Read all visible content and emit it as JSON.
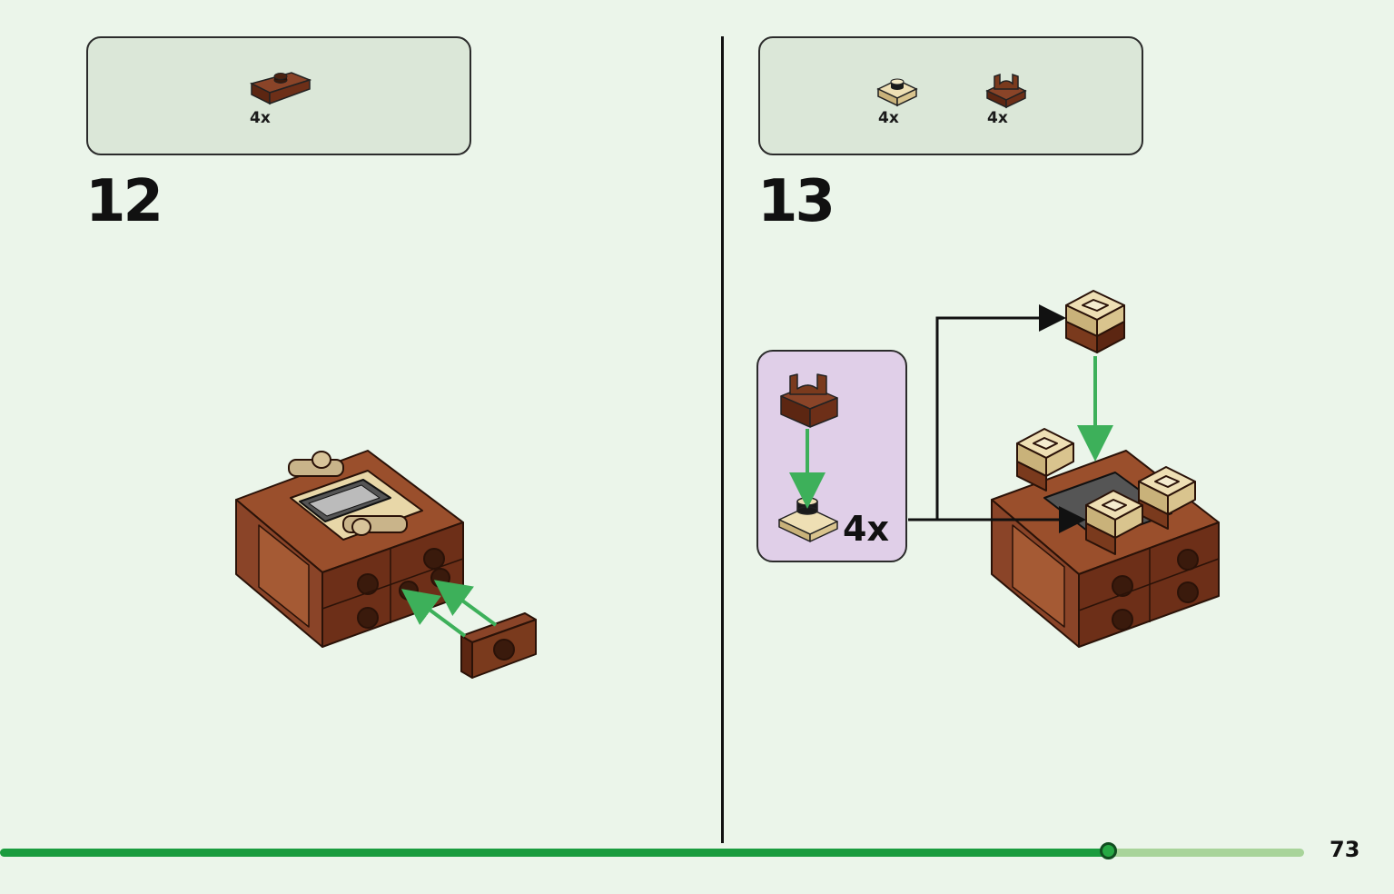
{
  "steps": [
    {
      "number": "12",
      "parts": [
        {
          "icon": "brown-plate-1x2-icon",
          "count": "4x"
        }
      ]
    },
    {
      "number": "13",
      "parts": [
        {
          "icon": "tan-plate-1x1-icon",
          "count": "4x"
        },
        {
          "icon": "brown-clip-plate-icon",
          "count": "4x"
        }
      ],
      "subassembly": {
        "count": "4x"
      }
    }
  ],
  "page": {
    "number": "73"
  },
  "progress": {
    "fraction": 0.85
  },
  "colors": {
    "background": "#ebf5ea",
    "parts_box": "#dbe7d8",
    "subassembly_box": "#e0cfe8",
    "brick_brown": "#7a3a1d",
    "brick_tan": "#e8d7a8",
    "arrow_green": "#3db05a",
    "progress": "#1a9c3e"
  }
}
